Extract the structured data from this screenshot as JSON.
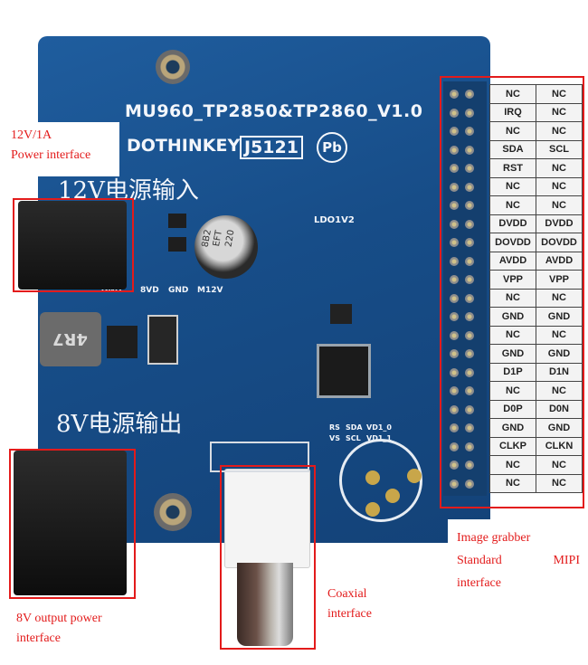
{
  "board": {
    "name": "MU960_TP2850&TP2860_V1.0",
    "brand": "DOTHINKEY",
    "ref": "J5121",
    "pb_mark": "Pb",
    "input_label": "12V电源输入",
    "output_label": "8V电源输出",
    "regulator_label": "LDO1V2",
    "cap_text": [
      "220",
      "EFT",
      "8B2"
    ],
    "inductor_text": "4R7",
    "small_labels": {
      "gnd": "GND",
      "v8": "8VD",
      "gnd2": "GND",
      "v12": "M12V",
      "rs": "RS",
      "vs": "VS",
      "sda": "SDA",
      "scl": "SCL",
      "vd1": "VD1_0",
      "vd1b": "VD1_1"
    }
  },
  "annotations": {
    "power_in": {
      "line1": "12V/1A",
      "line2": "Power interface"
    },
    "power_out": {
      "line1": "8V output power",
      "line2": "interface"
    },
    "coax": {
      "line1": "Coaxial",
      "line2": "interface"
    },
    "mipi": {
      "line1": "Image grabber",
      "line2a": "Standard",
      "line2b": "MIPI",
      "line3": "interface"
    }
  },
  "pinout": [
    [
      "NC",
      "NC"
    ],
    [
      "IRQ",
      "NC"
    ],
    [
      "NC",
      "NC"
    ],
    [
      "SDA",
      "SCL"
    ],
    [
      "RST",
      "NC"
    ],
    [
      "NC",
      "NC"
    ],
    [
      "NC",
      "NC"
    ],
    [
      "DVDD",
      "DVDD"
    ],
    [
      "DOVDD",
      "DOVDD"
    ],
    [
      "AVDD",
      "AVDD"
    ],
    [
      "VPP",
      "VPP"
    ],
    [
      "NC",
      "NC"
    ],
    [
      "GND",
      "GND"
    ],
    [
      "NC",
      "NC"
    ],
    [
      "GND",
      "GND"
    ],
    [
      "D1P",
      "D1N"
    ],
    [
      "NC",
      "NC"
    ],
    [
      "D0P",
      "D0N"
    ],
    [
      "GND",
      "GND"
    ],
    [
      "CLKP",
      "CLKN"
    ],
    [
      "NC",
      "NC"
    ],
    [
      "NC",
      "NC"
    ]
  ],
  "colors": {
    "pcb": "#1a5392",
    "annotation": "#e31b1b"
  }
}
